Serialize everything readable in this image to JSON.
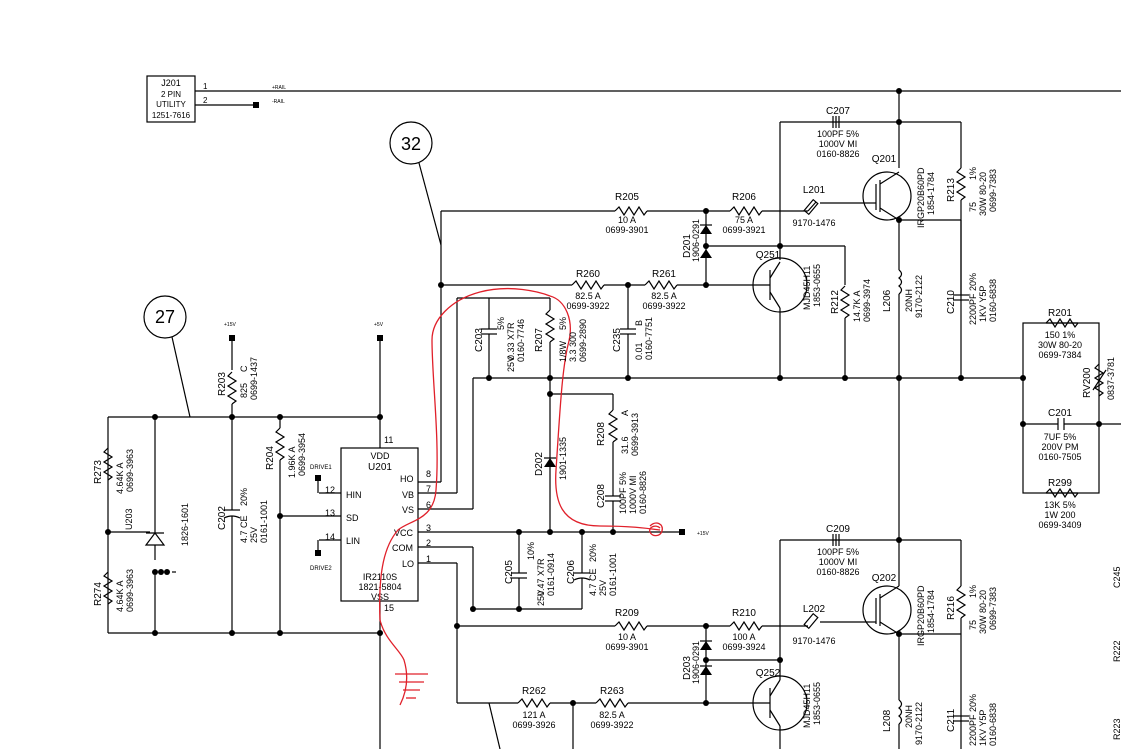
{
  "connector": {
    "ref": "J201",
    "lines": [
      "2 PIN",
      "UTILITY",
      "1251-7616"
    ],
    "pin1": "1",
    "pin2": "2",
    "net1": "+RAIL",
    "net2": "-RAIL"
  },
  "callouts": {
    "c32": "32",
    "c27": "27"
  },
  "ic": {
    "ref": "U201",
    "part": "IR2110S",
    "pn": "1821-5804",
    "pins": {
      "vdd": "VDD",
      "vdd_n": "11",
      "hin": "HIN",
      "hin_n": "12",
      "sd": "SD",
      "sd_n": "13",
      "lin": "LIN",
      "lin_n": "14",
      "ho": "HO",
      "ho_n": "8",
      "vb": "VB",
      "vb_n": "7",
      "vs": "VS",
      "vs_n": "6",
      "vcc": "VCC",
      "vcc_n": "3",
      "com": "COM",
      "com_n": "2",
      "lo": "LO",
      "lo_n": "1",
      "vss": "VSS",
      "vss_n": "15"
    }
  },
  "nets": {
    "p15a": "+15V",
    "p5": "+5V",
    "p15b": "+15V",
    "drive1": "DRIVE1",
    "drive2": "DRIVE2"
  },
  "components": {
    "C207": {
      "ref": "C207",
      "l1": "100PF  5%",
      "l2": "1000V   MI",
      "l3": "0160-8826"
    },
    "C209": {
      "ref": "C209",
      "l1": "100PF  5%",
      "l2": "1000V   MI",
      "l3": "0160-8826"
    },
    "R205": {
      "ref": "R205",
      "l1": "10      A",
      "l2": "0699-3901"
    },
    "R206": {
      "ref": "R206",
      "l1": "75      A",
      "l2": "0699-3921"
    },
    "L201": {
      "ref": "L201",
      "l1": "9170-1476"
    },
    "R260": {
      "ref": "R260",
      "l1": "82.5      A",
      "l2": "0699-3922"
    },
    "R261": {
      "ref": "R261",
      "l1": "82.5      A",
      "l2": "0699-3922"
    },
    "Q201": {
      "ref": "Q201",
      "l1": "IRGP20B60PD",
      "l2": "1854-1784"
    },
    "Q202": {
      "ref": "Q202",
      "l1": "IRGP20B60PD",
      "l2": "1854-1784"
    },
    "Q251": {
      "ref": "Q251",
      "l1": "MJD45H11",
      "l2": "1853-0655"
    },
    "Q252": {
      "ref": "Q252",
      "l1": "MJD45H11",
      "l2": "1853-0655"
    },
    "D201": {
      "ref": "D201",
      "l1": "1906-0291"
    },
    "D203": {
      "ref": "D203",
      "l1": "1906-0291"
    },
    "R212": {
      "ref": "R212",
      "l1": "14.7K  A",
      "l2": "0699-3974"
    },
    "L206": {
      "ref": "L206",
      "l1": "20NH",
      "l2": "9170-2122"
    },
    "L208": {
      "ref": "L208",
      "l1": "20NH",
      "l2": "9170-2122"
    },
    "C210": {
      "ref": "C210",
      "l1": "2200PF  20%",
      "l2": "1KV    Y5P",
      "l3": "0160-6838"
    },
    "C211": {
      "ref": "C211",
      "l1": "2200PF  20%",
      "l2": "1KV    Y5P",
      "l3": "0160-6838"
    },
    "R213": {
      "ref": "R213",
      "l1": "75",
      "l2": "1%",
      "l3": "30W  80-20",
      "l4": "0699-7383"
    },
    "R216": {
      "ref": "R216",
      "l1": "75",
      "l2": "1%",
      "l3": "30W  80-20",
      "l4": "0699-7383"
    },
    "R201": {
      "ref": "R201",
      "l1": "150      1%",
      "l2": "30W   80-20",
      "l3": "0699-7384"
    },
    "RV200": {
      "ref": "RV200",
      "l1": "0837-3781"
    },
    "C201": {
      "ref": "C201",
      "l1": "7UF      5%",
      "l2": "200V   PM",
      "l3": "0160-7505"
    },
    "R299": {
      "ref": "R299",
      "l1": "13K      5%",
      "l2": "1W     200",
      "l3": "0699-3409"
    },
    "C203": {
      "ref": "C203",
      "l1": "5%",
      "l2": "0.33   X7R",
      "l3": "25V",
      "l4": "0160-7746"
    },
    "R207": {
      "ref": "R207",
      "l1": "5%",
      "l2": "3.3     300",
      "l3": "1/8W",
      "l4": "0699-2890"
    },
    "C235": {
      "ref": "C235",
      "l1": "B",
      "l2": "0.01",
      "l3": "0160-7751"
    },
    "R208": {
      "ref": "R208",
      "l1": "A",
      "l2": "31.6",
      "l3": "0699-3913"
    },
    "D202": {
      "ref": "D202",
      "l1": "1901-1335"
    },
    "C208": {
      "ref": "C208",
      "l1": "100PF  5%",
      "l2": "1000V  MI",
      "l3": "0160-8826"
    },
    "C205": {
      "ref": "C205",
      "l1": "10%",
      "l2": "0.47    X7R",
      "l3": "25V",
      "l4": "0161-0914"
    },
    "C206": {
      "ref": "C206",
      "l1": "20%",
      "l2": "4.7     CE",
      "l3": "25V",
      "l4": "0161-1001"
    },
    "R209": {
      "ref": "R209",
      "l1": "10      A",
      "l2": "0699-3901"
    },
    "R210": {
      "ref": "R210",
      "l1": "100      A",
      "l2": "0699-3924"
    },
    "L202": {
      "ref": "L202",
      "l1": "9170-1476"
    },
    "R262": {
      "ref": "R262",
      "l1": "121      A",
      "l2": "0699-3926"
    },
    "R263": {
      "ref": "R263",
      "l1": "82.5      A",
      "l2": "0699-3922"
    },
    "R203": {
      "ref": "R203",
      "l1": "825",
      "l2": "C",
      "l3": "0699-1437"
    },
    "R204": {
      "ref": "R204",
      "l1": "1.96K  A",
      "l2": "0699-3954"
    },
    "C202": {
      "ref": "C202",
      "l1": "20%",
      "l2": "4.7      CE",
      "l3": "25V",
      "l4": "0161-1001"
    },
    "R273": {
      "ref": "R273",
      "l1": "4.64K   A",
      "l2": "0699-3963"
    },
    "R274": {
      "ref": "R274",
      "l1": "4.64K   A",
      "l2": "0699-3963"
    },
    "U203": {
      "ref": "U203",
      "l1": "1826-1601"
    }
  },
  "edge": {
    "e1": "C245",
    "e2": "R222",
    "e3": "R223"
  }
}
